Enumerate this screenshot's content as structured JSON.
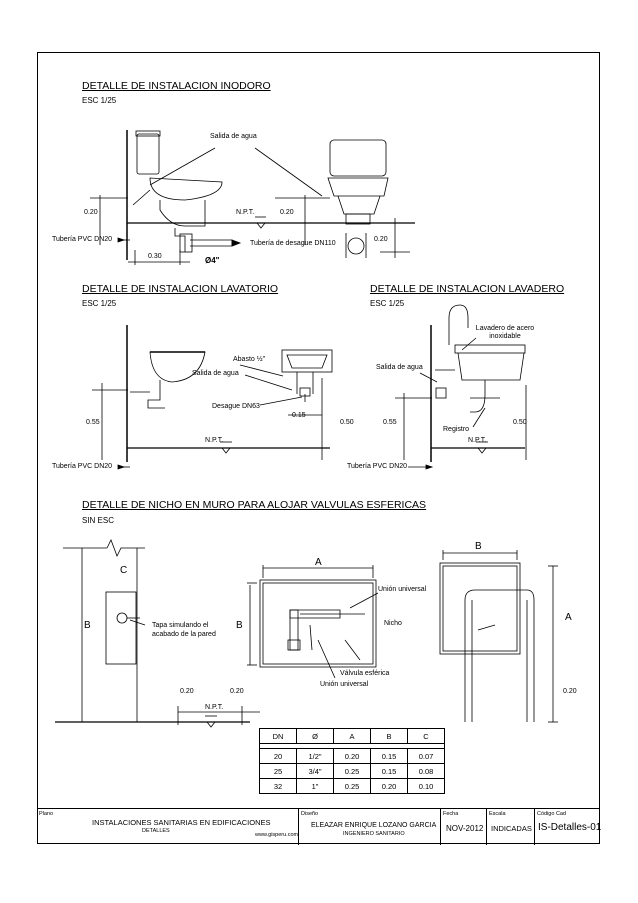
{
  "sections": {
    "inodoro": {
      "title": "DETALLE DE INSTALACION INODORO",
      "scale": "ESC 1/25"
    },
    "lavatorio": {
      "title": "DETALLE DE INSTALACION LAVATORIO",
      "scale": "ESC 1/25"
    },
    "lavadero": {
      "title": "DETALLE DE INSTALACION LAVADERO",
      "scale": "ESC 1/25"
    },
    "nicho": {
      "title": "DETALLE DE NICHO EN MURO PARA ALOJAR VALVULAS ESFERICAS",
      "scale": "SIN ESC"
    }
  },
  "labels": {
    "salida_agua": "Salida de agua",
    "npt": "N.P.T.",
    "tuberia_pvc": "Tubería PVC DN20",
    "tuberia_desague": "Tubería de desague DN110",
    "diam4": "Ø4\"",
    "abasto": "Abasto ½\"",
    "desague_dn63": "Desague DN63",
    "lavadero_acero": "Lavadero de acero inoxidable",
    "registro": "Registro",
    "tapa": "Tapa simulando el acabado de la pared",
    "union_universal": "Unión universal",
    "nicho": "Nicho",
    "valvula": "Válvula esférica",
    "A": "A",
    "B": "B",
    "C": "C"
  },
  "dims": {
    "d020": "0.20",
    "d030": "0.30",
    "d055": "0.55",
    "d050": "0.50",
    "d015": "0.15"
  },
  "valve_table": {
    "headers": [
      "DN",
      "Ø",
      "A",
      "B",
      "C"
    ],
    "rows": [
      [
        "20",
        "1/2\"",
        "0.20",
        "0.15",
        "0.07"
      ],
      [
        "25",
        "3/4\"",
        "0.25",
        "0.15",
        "0.08"
      ],
      [
        "32",
        "1\"",
        "0.25",
        "0.20",
        "0.10"
      ]
    ]
  },
  "titleblock": {
    "plano_cap": "Plano",
    "plano_title": "INSTALACIONES SANITARIAS EN EDIFICACIONES",
    "plano_sub": "DETALLES",
    "web": "www.gisperu.com",
    "diseno_cap": "Diseño",
    "designer": "ELEAZAR ENRIQUE LOZANO GARCIA",
    "designer_role": "INGENIERO SANITARIO",
    "fecha_cap": "Fecha",
    "fecha": "NOV-2012",
    "escala_cap": "Escala",
    "escala": "INDICADAS",
    "codigo_cap": "Código Cad",
    "codigo": "IS-Detalles-01"
  }
}
